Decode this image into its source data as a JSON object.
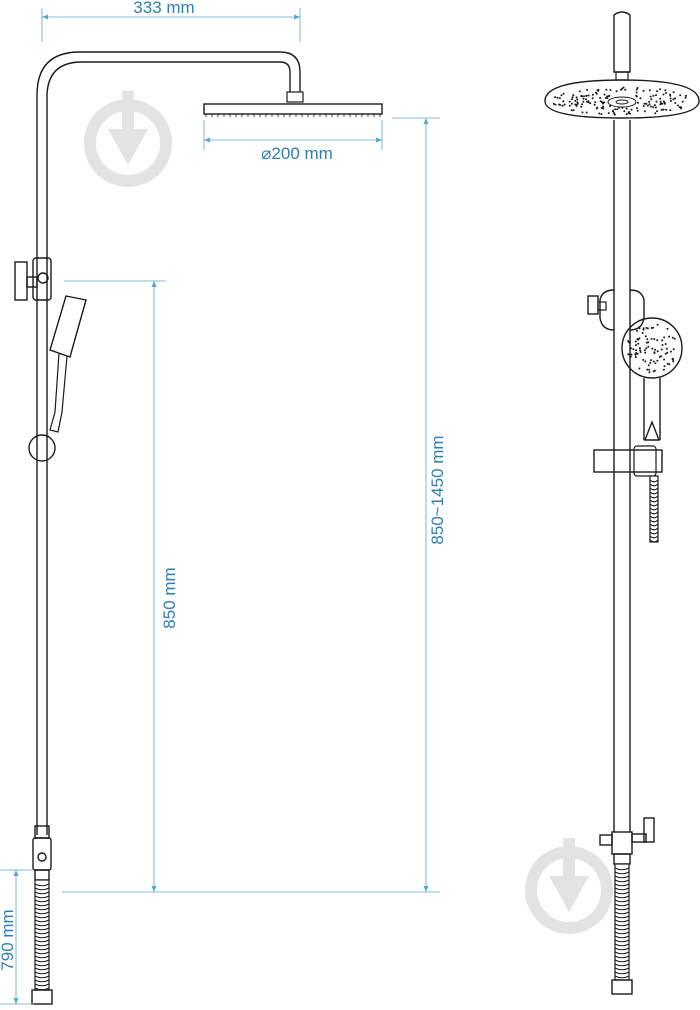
{
  "dimensions": {
    "arm_reach": "333 mm",
    "head_diameter": "200 mm",
    "diameter_symbol": "⌀",
    "height_range": "850~1450 mm",
    "bar_height": "850 mm",
    "inlet_height": "790 mm"
  },
  "watermark_icon": "download-arrow-circle-icon",
  "colors": {
    "dimension": "#2f7fb5",
    "dimension_line": "#5aa6cf",
    "outline": "#1a1a1a",
    "watermark": "#e3e3e3"
  }
}
